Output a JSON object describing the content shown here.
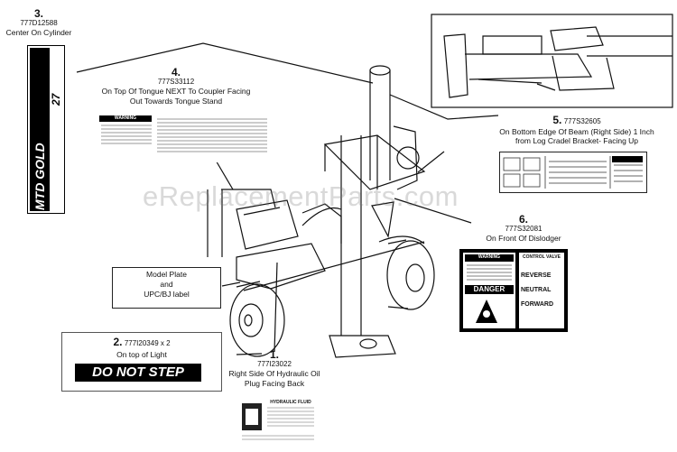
{
  "watermark": "eReplacementParts.com",
  "callouts": {
    "c1": {
      "num": "1.",
      "part": "777I23022",
      "text1": "Right Side Of Hydraulic Oil",
      "text2": "Plug Facing Back"
    },
    "c2": {
      "num": "2.",
      "part": "777I20349 x 2",
      "text1": "On top of Light"
    },
    "c3": {
      "num": "3.",
      "part": "777D12588",
      "text1": "Center On Cylinder"
    },
    "c4": {
      "num": "4.",
      "part": "777S33112",
      "text1": "On Top Of Tongue NEXT To Coupler Facing",
      "text2": "Out Towards Tongue Stand"
    },
    "c5": {
      "num": "5.",
      "part": "777S32605",
      "text1": "On Bottom Edge Of Beam (Right Side) 1 Inch",
      "text2": "from Log Cradel Bracket- Facing Up"
    },
    "c6": {
      "num": "6.",
      "part": "777S32081",
      "text1": "On Front Of Dislodger"
    }
  },
  "model_plate": {
    "line1": "Model Plate",
    "line2": "and",
    "line3": "UPC/BJ label"
  },
  "decal_do_not_step": "DO NOT STEP",
  "decal_mtd": {
    "brand": "MTD GOLD",
    "model": "27"
  },
  "decal_warning_title": "WARNING",
  "decal_danger_title": "DANGER",
  "decal_lever": {
    "title": "CONTROL VALVE",
    "opt1": "REVERSE",
    "opt2": "NEUTRAL",
    "opt3": "FORWARD"
  },
  "decal_hydraulic": "HYDRAULIC FLUID"
}
